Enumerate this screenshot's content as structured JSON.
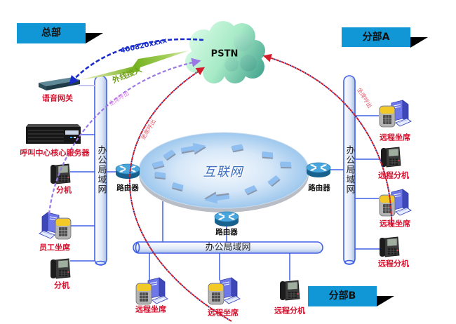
{
  "diagram": {
    "sites": {
      "headquarters": "总部",
      "branch_a": "分部A",
      "branch_b": "分部B"
    },
    "pstn": {
      "label": "PSTN"
    },
    "internet": {
      "label": "互联网"
    },
    "lans": {
      "headquarters": "办公局域网",
      "branch_a": "办公局域网",
      "branch_b": "办公局域网"
    },
    "routers": {
      "headquarters": "路由器",
      "branch_a": "路由器",
      "branch_b": "路由器"
    },
    "headquarters_devices": {
      "voice_gateway": "语音网关",
      "core_server": "呼叫中心核心服务器",
      "extension_1": "分机",
      "employee_seat": "员工坐席",
      "extension_2": "分机"
    },
    "branch_a_devices": [
      "远程坐席",
      "远程分机",
      "远程坐席",
      "远程分机"
    ],
    "branch_b_devices": [
      "远程坐席",
      "远程坐席",
      "远程分机"
    ],
    "links": {
      "access_number": "400820xxxx",
      "trunk_access": "外线接入",
      "seat_outbound_hq": "坐席呼出",
      "seat_outbound_branch_b": "坐席呼出",
      "seat_outbound_branch_a": "坐席呼出"
    },
    "colors": {
      "site_box": "#1197d6",
      "device_label": "#d4102c",
      "lan_line": "#4060e8",
      "access_number_line": "#1a2ccc",
      "seat_outbound_hq_line": "#9a78e6",
      "seat_outbound_remote_line": "#d21c2c",
      "trunk_bolt": "#74b21e"
    }
  }
}
